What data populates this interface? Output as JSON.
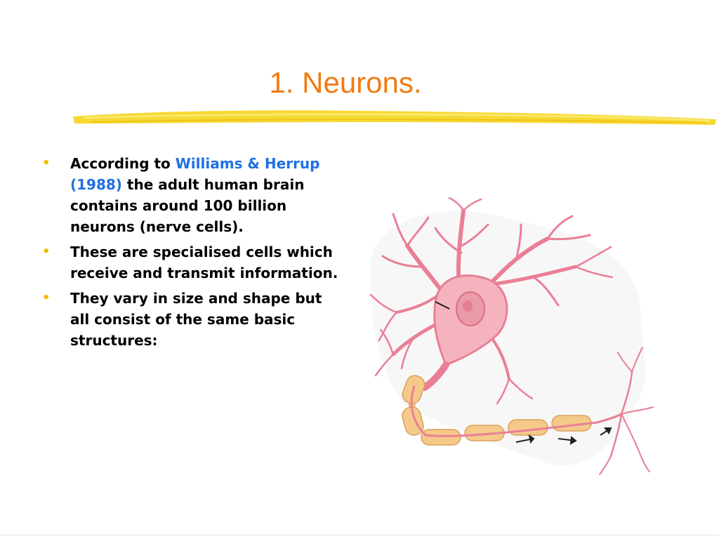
{
  "slide": {
    "title": "1. Neurons.",
    "bullets": [
      {
        "pre": "According to ",
        "cite": "Williams & Herrup (1988)",
        "post": " the adult human brain contains around 100 billion neurons (nerve cells)."
      },
      {
        "text": "These are specialised cells which receive and transmit information."
      },
      {
        "text": "They vary in size and shape but all consist of the same basic structures:"
      }
    ],
    "bullet_glyph": "•"
  },
  "colors": {
    "title": "#f07b12",
    "bullet": "#f2b900",
    "citation": "#1f6fe0",
    "highlight": "#f6d41e",
    "neuron_body": "#f2a0b0",
    "neuron_sheath": "#f5c98a"
  },
  "icons": {
    "neuron_illustration": "neuron-illustration",
    "underline": "highlighter-stroke"
  }
}
